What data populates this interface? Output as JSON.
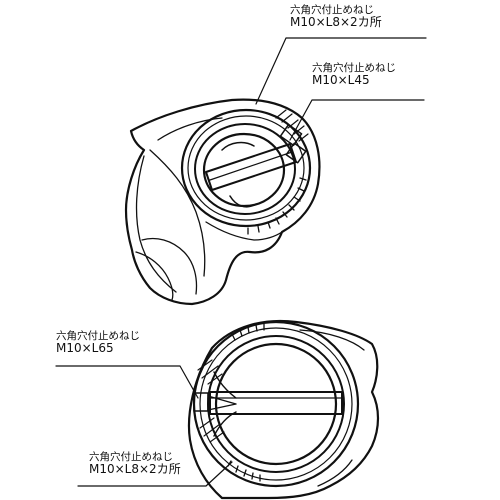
{
  "callouts": [
    {
      "line1": "六角穴付止めねじ",
      "line2": "M10×L8×2カ所"
    },
    {
      "line1": "六角穴付止めねじ",
      "line2": "M10×L45"
    },
    {
      "line1": "六角穴付止めねじ",
      "line2": "M10×L65"
    },
    {
      "line1": "六角穴付止めねじ",
      "line2": "M10×L8×2カ所"
    }
  ]
}
